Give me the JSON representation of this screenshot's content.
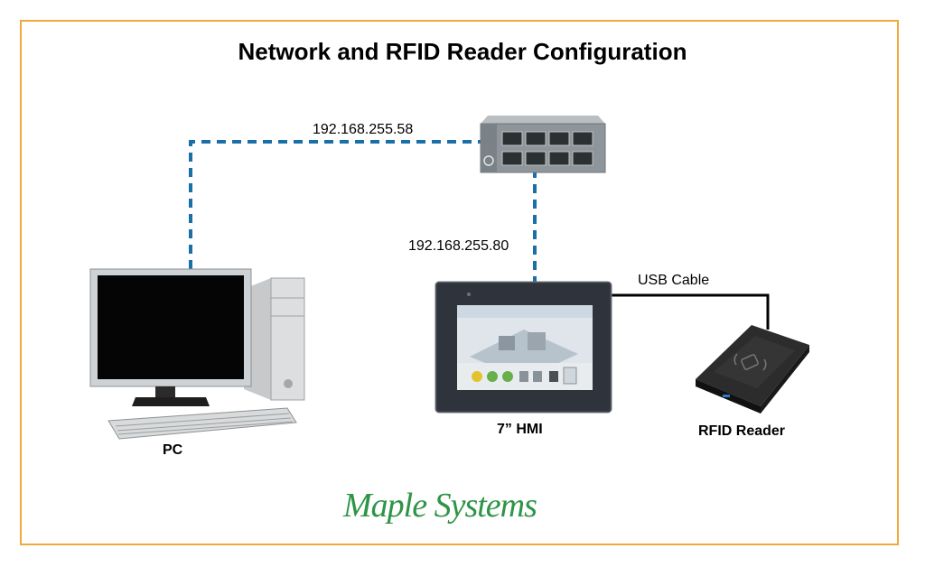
{
  "title": "Network and RFID Reader Configuration",
  "links": {
    "pc_ip": "192.168.255.58",
    "hmi_ip": "192.168.255.80",
    "usb_label": "USB Cable"
  },
  "devices": {
    "pc": "PC",
    "hmi": "7” HMI",
    "rfid": "RFID Reader"
  },
  "brand": "Maple Systems",
  "colors": {
    "frame": "#f0a93b",
    "ethernet": "#1a6fa8",
    "usb": "#000000",
    "brand": "#2e9446"
  }
}
